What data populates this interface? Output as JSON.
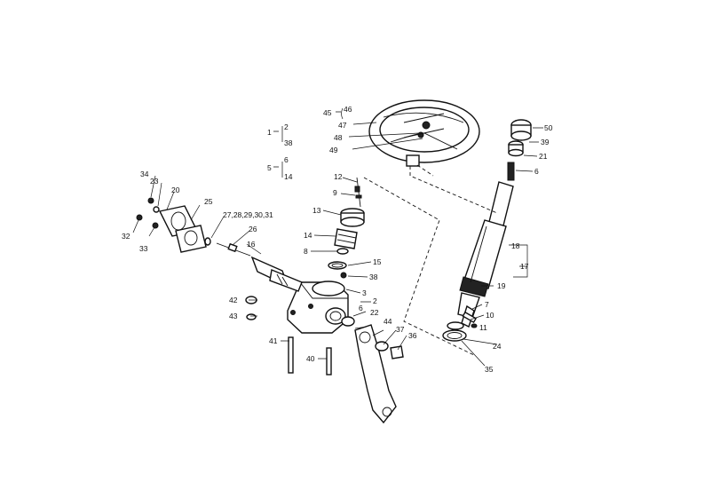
{
  "diagram": {
    "callouts": {
      "c1": "1",
      "c2": "2",
      "c38a": "38",
      "c5": "5",
      "c6a": "6",
      "c14a": "14",
      "c45": "45",
      "c46": "46",
      "c47": "47",
      "c48": "48",
      "c49": "49",
      "c50": "50",
      "c39": "39",
      "c21": "21",
      "c6b": "6",
      "c12": "12",
      "c9": "9",
      "c13": "13",
      "c14b": "14",
      "c8": "8",
      "c15": "15",
      "c38b": "38",
      "c3": "3",
      "c2b": "2",
      "c6c": "6",
      "c22": "22",
      "c44": "44",
      "c37": "37",
      "c36": "36",
      "c34": "34",
      "c23": "23",
      "c20": "20",
      "c25": "25",
      "c27": "27,28,29,30,31",
      "c26": "26",
      "c16": "16",
      "c32": "32",
      "c33": "33",
      "c42": "42",
      "c43": "43",
      "c41": "41",
      "c40": "40",
      "c18": "18",
      "c17": "17",
      "c19": "19",
      "c7": "7",
      "c10": "10",
      "c11": "11",
      "c24": "24",
      "c35": "35"
    }
  }
}
